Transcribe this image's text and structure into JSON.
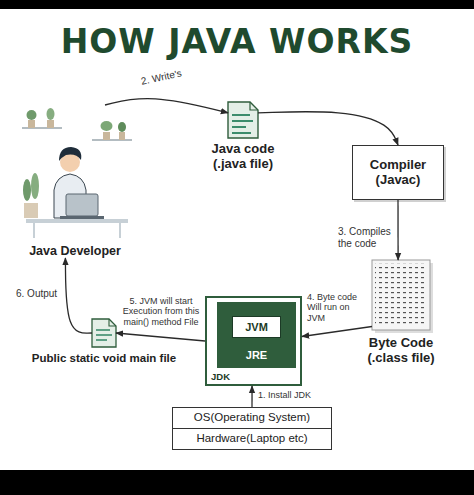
{
  "diagram": {
    "title": "HOW JAVA WORKS",
    "nodes": [
      {
        "text": [
          "Java Developer"
        ]
      },
      {
        "text": [
          "Java code (.java file)"
        ]
      },
      {
        "text": [
          "Compiler (Javac)"
        ]
      },
      {
        "text": [
          "Byte Code (.class file)"
        ]
      },
      {
        "text": [
          "JDK"
        ]
      },
      {
        "text": [
          "JRE"
        ],
        "in": 4
      },
      {
        "text": [
          "JVM"
        ],
        "in": 5
      },
      {
        "text": [
          "Public static void main file"
        ]
      },
      {
        "text": [
          "OS(Operating System)"
        ]
      },
      {
        "text": [
          "Hardware(Laptop etc)"
        ]
      }
    ],
    "edges": [
      {
        "from": 0,
        "to": 1,
        "label": "2. Write's",
        "arrow": "to"
      },
      {
        "from": 1,
        "to": 2,
        "arrow": "to"
      },
      {
        "from": 2,
        "to": 3,
        "label": "3. Compiles the code",
        "arrow": "to"
      },
      {
        "from": 3,
        "to": 4,
        "label": "4. Byte code Will run on JVM",
        "arrow": "to"
      },
      {
        "from": 4,
        "to": 7,
        "label": "5. JVM will start Execution from this main() method File",
        "arrow": "to"
      },
      {
        "from": 7,
        "to": 0,
        "label": "6. Output",
        "arrow": "to"
      },
      {
        "from": 8,
        "to": 4,
        "label": "1. Install JDK",
        "arrow": "to"
      }
    ]
  }
}
